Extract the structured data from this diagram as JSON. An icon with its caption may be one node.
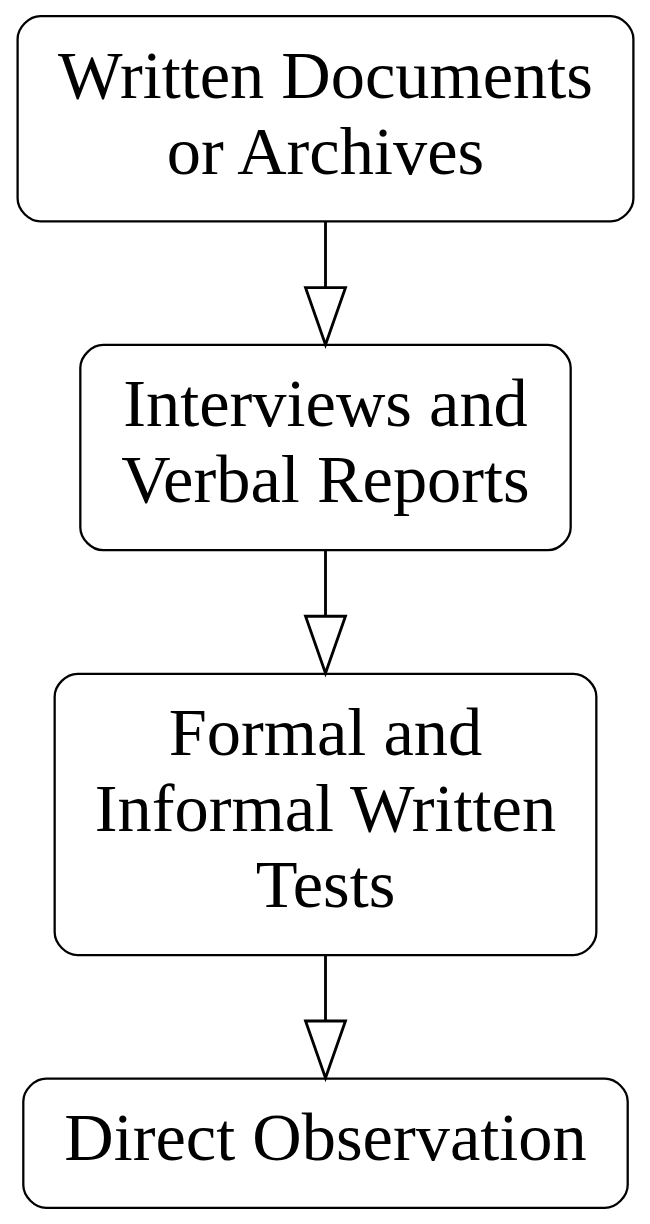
{
  "diagram": {
    "nodes": [
      {
        "text": [
          "Written Documents or Archives"
        ]
      },
      {
        "text": [
          "Interviews and Verbal Reports"
        ]
      },
      {
        "text": [
          "Formal and Informal Written Tests"
        ]
      },
      {
        "text": [
          "Direct Observation"
        ]
      }
    ],
    "edges": [
      {
        "from": 0,
        "to": 1,
        "arrow": "to"
      },
      {
        "from": 1,
        "to": 2,
        "arrow": "to"
      },
      {
        "from": 2,
        "to": 3,
        "arrow": "to"
      }
    ]
  }
}
